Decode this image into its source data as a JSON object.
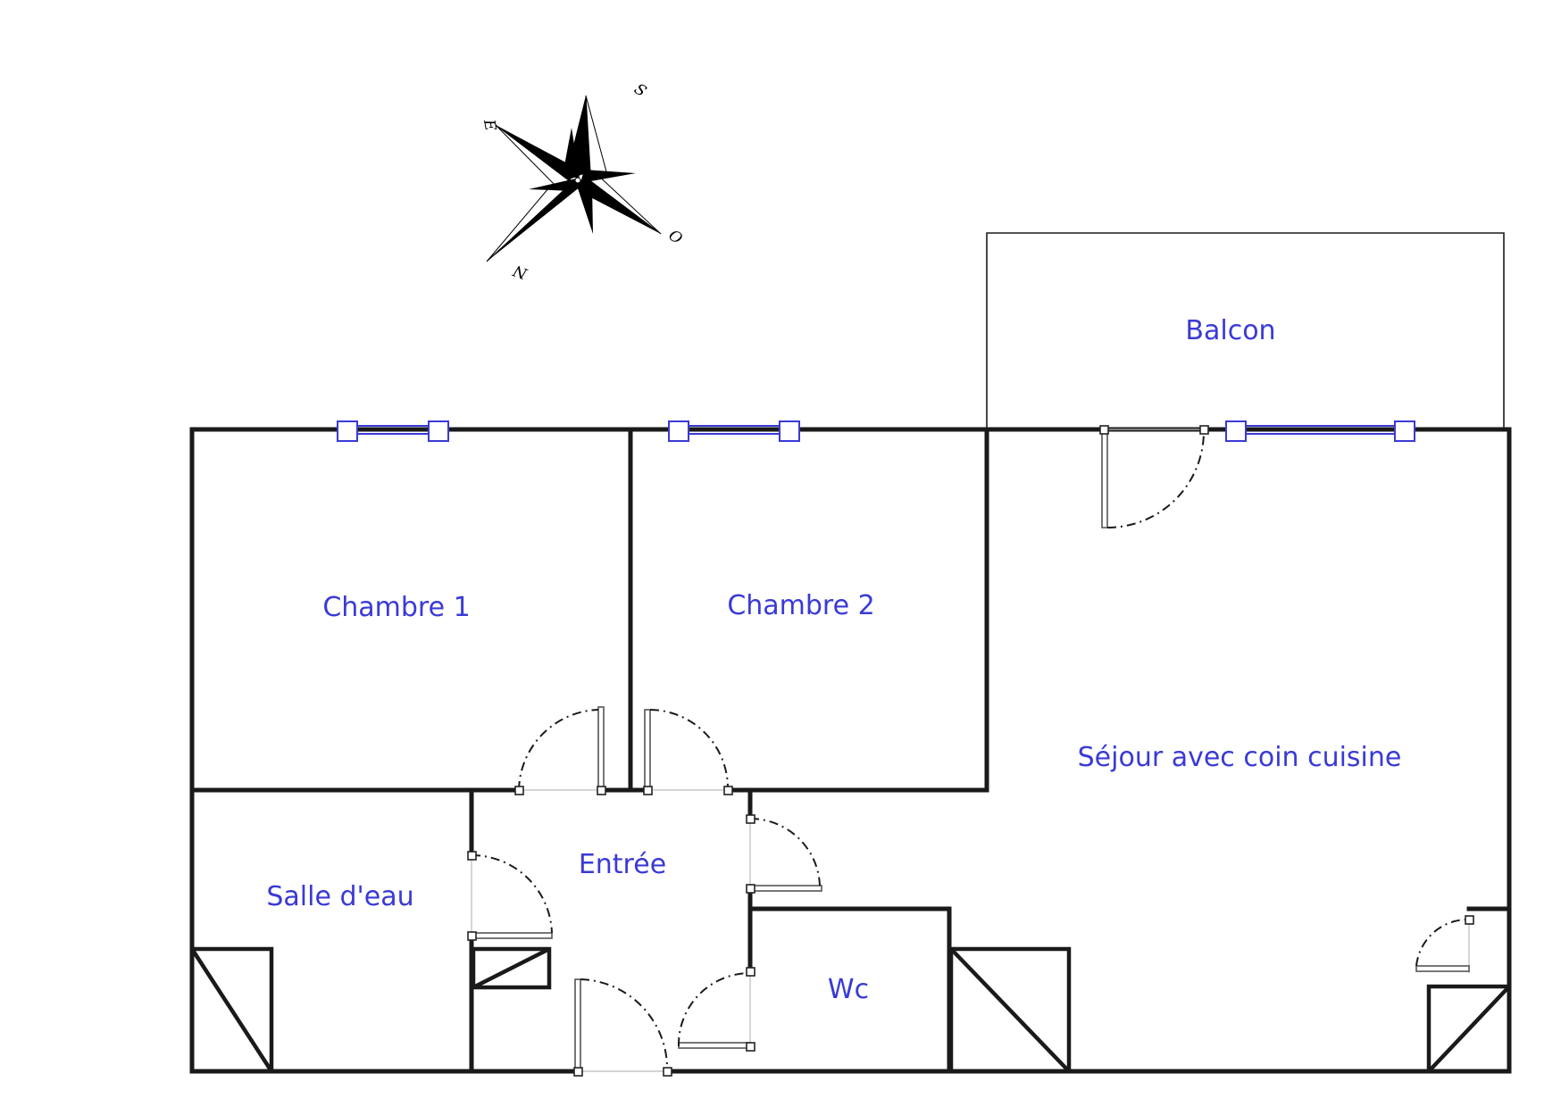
{
  "plan": {
    "rooms": {
      "chambre1": "Chambre 1",
      "chambre2": "Chambre 2",
      "sejour": "Séjour avec coin cuisine",
      "balcon": "Balcon",
      "entree": "Entrée",
      "salle_eau": "Salle d'eau",
      "wc": "Wc"
    },
    "compass": {
      "north": "N",
      "south": "S",
      "east": "E",
      "west": "O"
    },
    "colors": {
      "label": "#3a3ad6",
      "walls": "#1a1a1a",
      "windows": "#3a3ad6"
    }
  }
}
